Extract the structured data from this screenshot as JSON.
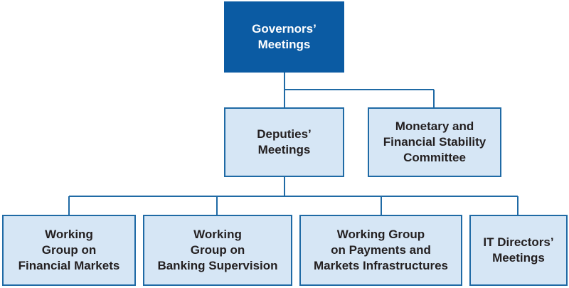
{
  "diagram": {
    "type": "org-chart",
    "colors": {
      "top_fill": "#0b5ba3",
      "box_fill": "#d6e6f5",
      "border": "#1f6aa5",
      "connector": "#1f6aa5",
      "top_text": "#ffffff",
      "box_text": "#231f20"
    },
    "nodes": {
      "governors": {
        "label": "Governors’\nMeetings"
      },
      "deputies": {
        "label": "Deputies’\nMeetings"
      },
      "mfsc": {
        "label": "Monetary and\nFinancial Stability\nCommittee"
      },
      "wg_fm": {
        "label": "Working\nGroup on\nFinancial Markets"
      },
      "wg_bs": {
        "label": "Working\nGroup on\nBanking Supervision"
      },
      "wg_pmi": {
        "label": "Working Group\non Payments and\nMarkets Infrastructures"
      },
      "it": {
        "label": "IT Directors’\nMeetings"
      }
    },
    "edges": [
      [
        "governors",
        "deputies"
      ],
      [
        "governors",
        "mfsc"
      ],
      [
        "deputies",
        "wg_fm"
      ],
      [
        "deputies",
        "wg_bs"
      ],
      [
        "deputies",
        "wg_pmi"
      ],
      [
        "deputies",
        "it"
      ]
    ]
  }
}
